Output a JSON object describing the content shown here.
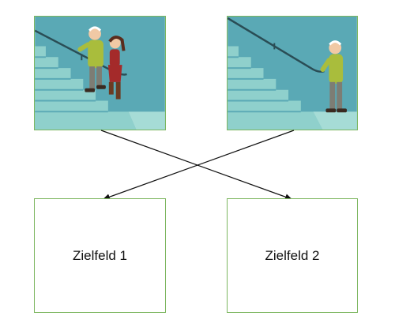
{
  "cards": {
    "left": {
      "image": "elderly-man-helped-on-stairs"
    },
    "right": {
      "image": "elderly-man-alone-at-stairs"
    }
  },
  "targets": {
    "field_1": {
      "label": "Zielfeld 1"
    },
    "field_2": {
      "label": "Zielfeld 2"
    }
  },
  "colors": {
    "border": "#7cb65f",
    "wall": "#5aa9b5",
    "stairs": "#8fd0cc",
    "arrow": "#111111"
  }
}
